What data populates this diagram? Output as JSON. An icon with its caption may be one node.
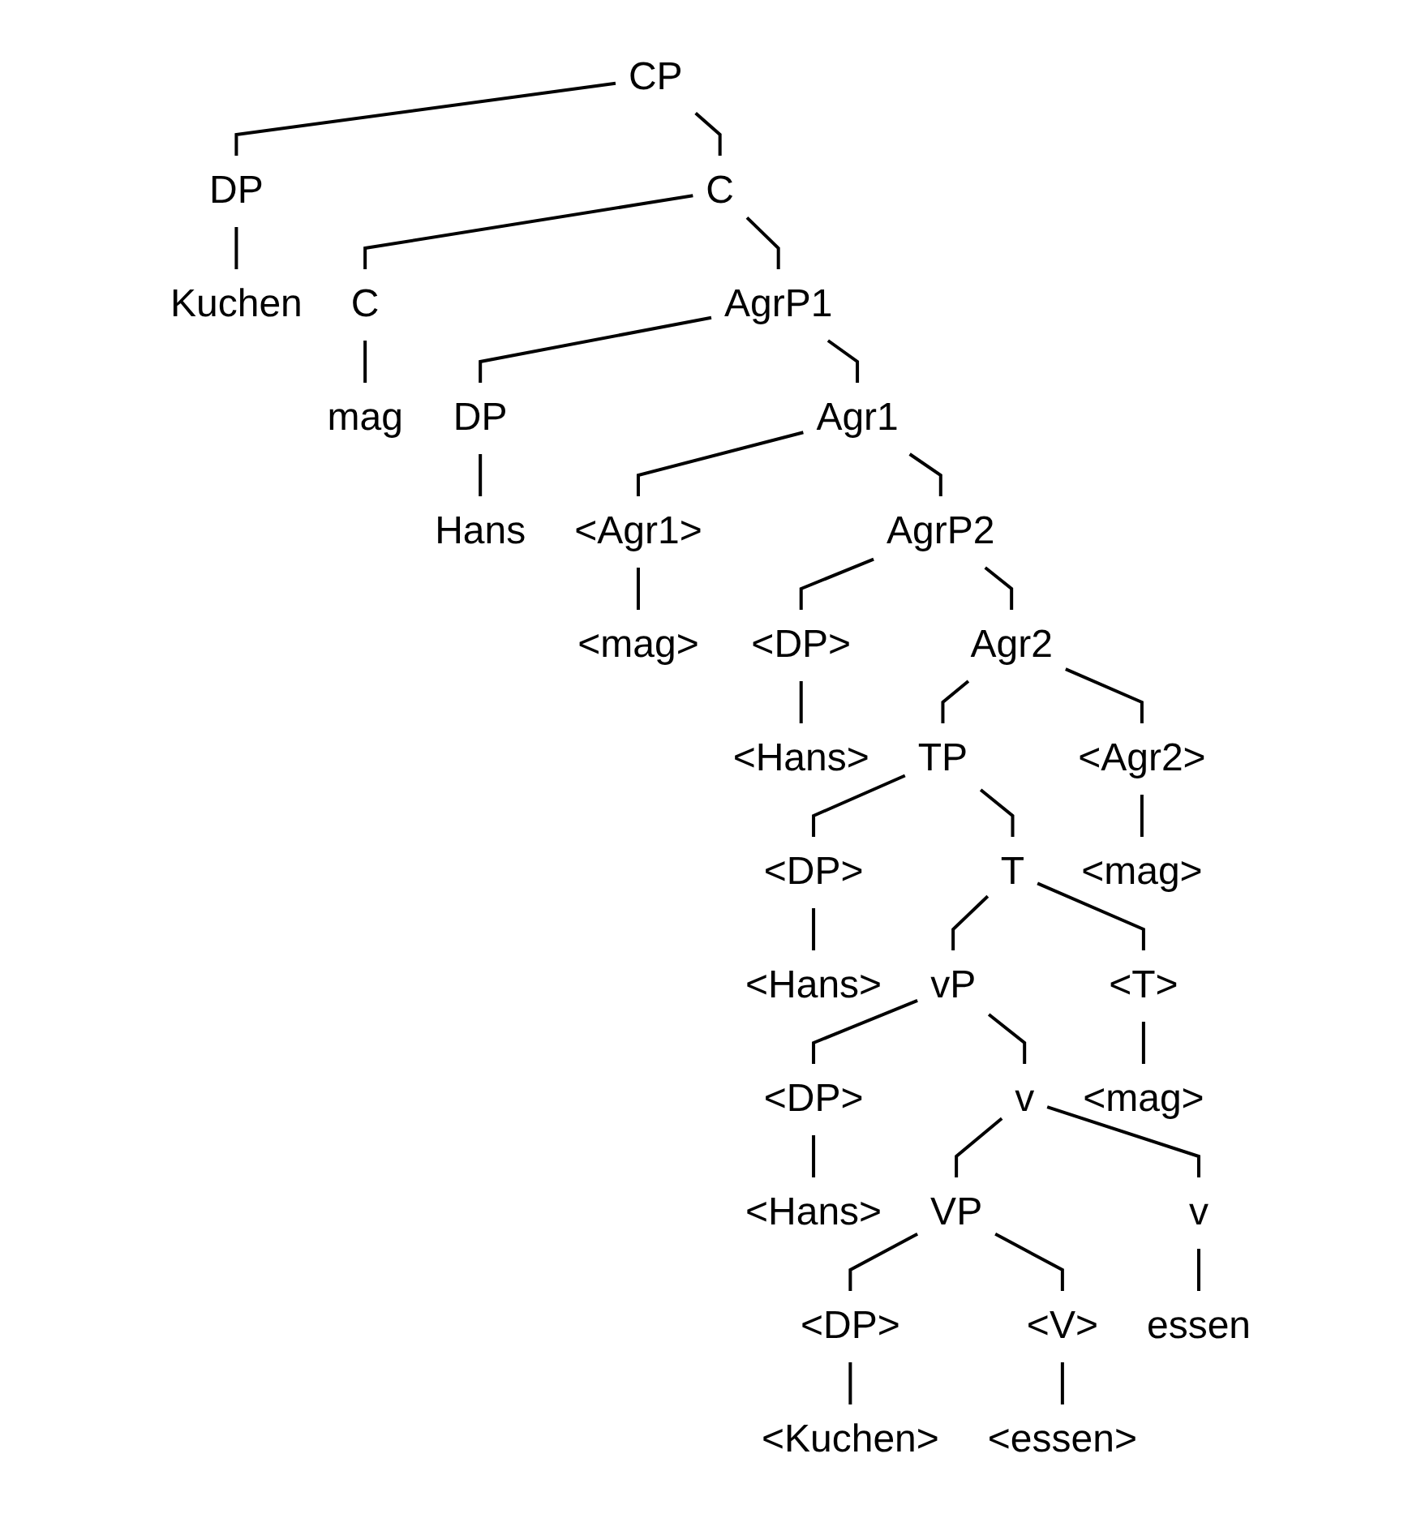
{
  "diagram": {
    "nodes": [
      {
        "text": [
          "CP"
        ]
      },
      {
        "text": [
          "DP"
        ]
      },
      {
        "text": [
          "C"
        ]
      },
      {
        "text": [
          "Kuchen"
        ]
      },
      {
        "text": [
          "C"
        ]
      },
      {
        "text": [
          "AgrP1"
        ]
      },
      {
        "text": [
          "mag"
        ]
      },
      {
        "text": [
          "DP"
        ]
      },
      {
        "text": [
          "Agr1"
        ]
      },
      {
        "text": [
          "Hans"
        ]
      },
      {
        "text": [
          "<Agr1>"
        ]
      },
      {
        "text": [
          "AgrP2"
        ]
      },
      {
        "text": [
          "<mag>"
        ]
      },
      {
        "text": [
          "<DP>"
        ]
      },
      {
        "text": [
          "Agr2"
        ]
      },
      {
        "text": [
          "<Hans>"
        ]
      },
      {
        "text": [
          "TP"
        ]
      },
      {
        "text": [
          "<Agr2>"
        ]
      },
      {
        "text": [
          "<DP>"
        ]
      },
      {
        "text": [
          "T"
        ]
      },
      {
        "text": [
          "<mag>"
        ]
      },
      {
        "text": [
          "<Hans>"
        ]
      },
      {
        "text": [
          "vP"
        ]
      },
      {
        "text": [
          "<T>"
        ]
      },
      {
        "text": [
          "<DP>"
        ]
      },
      {
        "text": [
          "v"
        ]
      },
      {
        "text": [
          "<mag>"
        ]
      },
      {
        "text": [
          "v"
        ]
      },
      {
        "text": [
          "<Hans>"
        ]
      },
      {
        "text": [
          "VP"
        ]
      },
      {
        "text": [
          "<DP>"
        ]
      },
      {
        "text": [
          "<V>"
        ]
      },
      {
        "text": [
          "essen"
        ]
      },
      {
        "text": [
          "<Kuchen>"
        ]
      },
      {
        "text": [
          "<essen>"
        ]
      }
    ],
    "edges": [
      {
        "from": 0,
        "to": 1,
        "arrow": "none"
      },
      {
        "from": 0,
        "to": 2,
        "arrow": "none"
      },
      {
        "from": 1,
        "to": 3,
        "arrow": "none"
      },
      {
        "from": 2,
        "to": 4,
        "arrow": "none"
      },
      {
        "from": 2,
        "to": 5,
        "arrow": "none"
      },
      {
        "from": 4,
        "to": 6,
        "arrow": "none"
      },
      {
        "from": 5,
        "to": 7,
        "arrow": "none"
      },
      {
        "from": 5,
        "to": 8,
        "arrow": "none"
      },
      {
        "from": 7,
        "to": 9,
        "arrow": "none"
      },
      {
        "from": 8,
        "to": 10,
        "arrow": "none"
      },
      {
        "from": 8,
        "to": 11,
        "arrow": "none"
      },
      {
        "from": 10,
        "to": 12,
        "arrow": "none"
      },
      {
        "from": 11,
        "to": 13,
        "arrow": "none"
      },
      {
        "from": 11,
        "to": 14,
        "arrow": "none"
      },
      {
        "from": 13,
        "to": 15,
        "arrow": "none"
      },
      {
        "from": 14,
        "to": 16,
        "arrow": "none"
      },
      {
        "from": 14,
        "to": 17,
        "arrow": "none"
      },
      {
        "from": 16,
        "to": 18,
        "arrow": "none"
      },
      {
        "from": 16,
        "to": 19,
        "arrow": "none"
      },
      {
        "from": 17,
        "to": 20,
        "arrow": "none"
      },
      {
        "from": 18,
        "to": 21,
        "arrow": "none"
      },
      {
        "from": 19,
        "to": 22,
        "arrow": "none"
      },
      {
        "from": 19,
        "to": 23,
        "arrow": "none"
      },
      {
        "from": 22,
        "to": 24,
        "arrow": "none"
      },
      {
        "from": 22,
        "to": 25,
        "arrow": "none"
      },
      {
        "from": 23,
        "to": 26,
        "arrow": "none"
      },
      {
        "from": 25,
        "to": 29,
        "arrow": "none"
      },
      {
        "from": 25,
        "to": 27,
        "arrow": "none"
      },
      {
        "from": 24,
        "to": 28,
        "arrow": "none"
      },
      {
        "from": 29,
        "to": 30,
        "arrow": "none"
      },
      {
        "from": 29,
        "to": 31,
        "arrow": "none"
      },
      {
        "from": 27,
        "to": 32,
        "arrow": "none"
      },
      {
        "from": 30,
        "to": 33,
        "arrow": "none"
      },
      {
        "from": 31,
        "to": 34,
        "arrow": "none"
      }
    ]
  }
}
